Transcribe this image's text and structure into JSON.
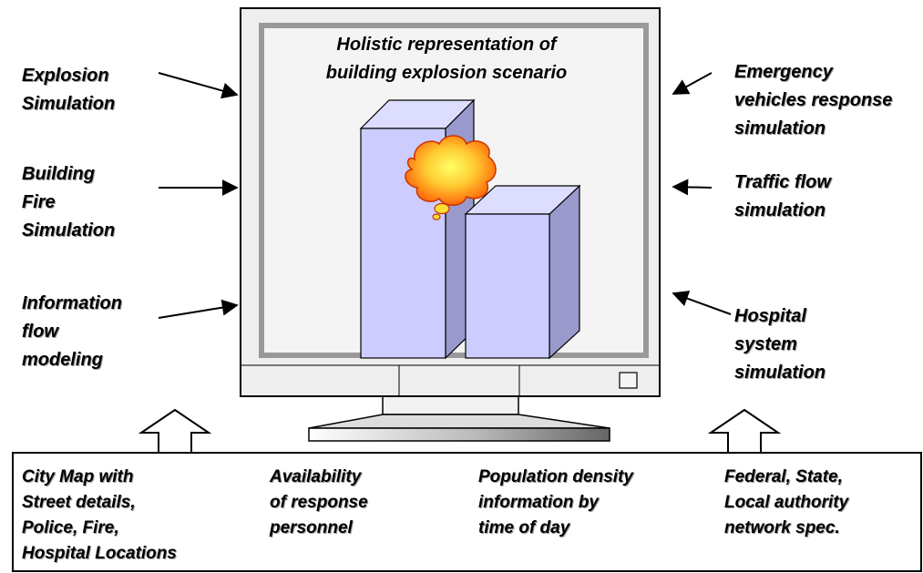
{
  "screen": {
    "title": "Holistic representation of\nbuilding explosion scenario"
  },
  "left_labels": [
    "Explosion\nSimulation",
    "Building\nFire\nSimulation",
    "Information\nflow\nmodeling"
  ],
  "right_labels": [
    "Emergency\nvehicles response\nsimulation",
    "Traffic flow\nsimulation",
    "Hospital\nsystem\nsimulation"
  ],
  "inputs": [
    "City Map with\nStreet details,\nPolice, Fire,\nHospital Locations",
    "Availability\nof response\npersonnel",
    "Population density\ninformation by\ntime of day",
    "Federal, State,\nLocal authority\nnetwork spec."
  ],
  "colors": {
    "building_front": "#ccccff",
    "building_side": "#9999cc",
    "explosion_fill": "#ff6600",
    "screen_frame": "#999999",
    "monitor_body": "#eeeeee"
  }
}
